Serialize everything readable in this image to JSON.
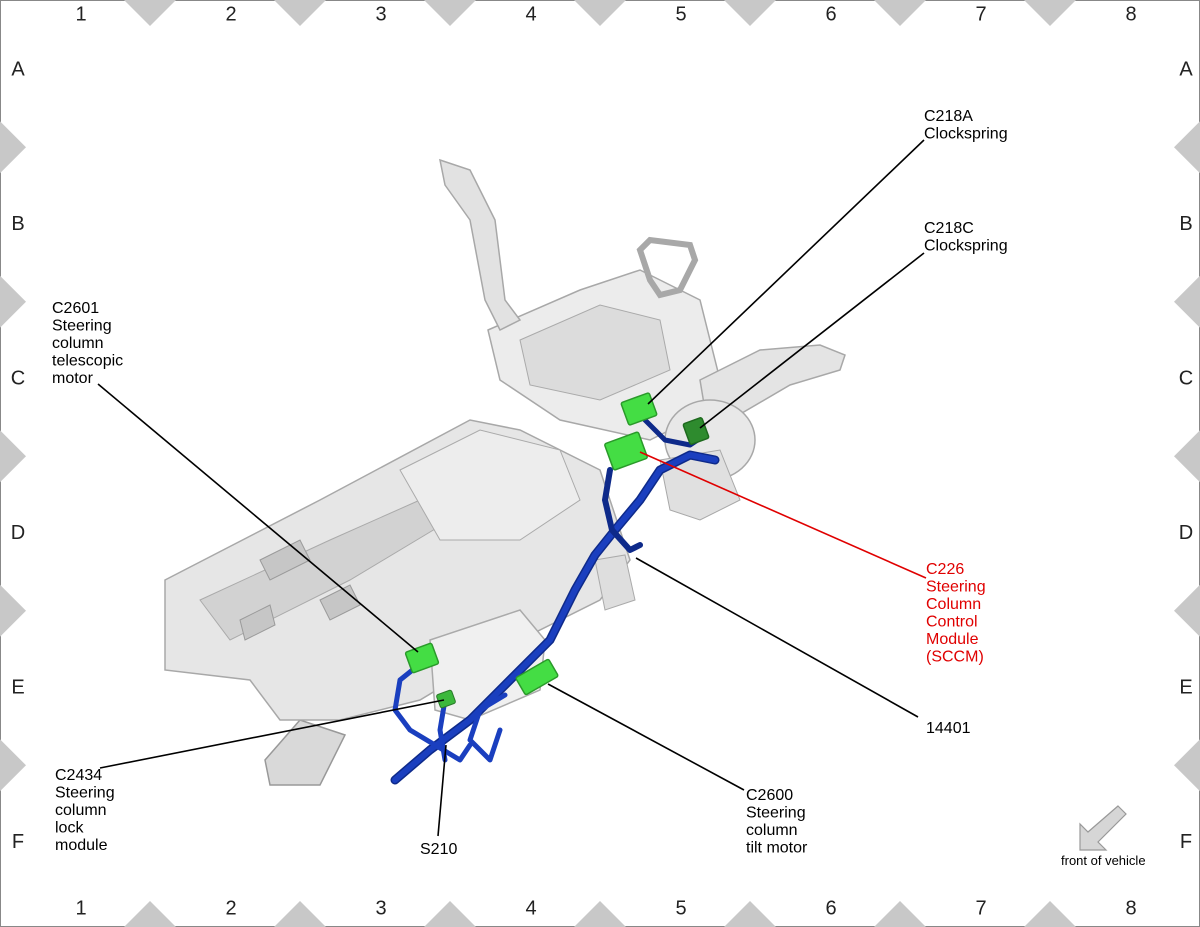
{
  "grid": {
    "columns": [
      "1",
      "2",
      "3",
      "4",
      "5",
      "6",
      "7",
      "8"
    ],
    "rows": [
      "A",
      "B",
      "C",
      "D",
      "E",
      "F"
    ]
  },
  "callouts": [
    {
      "id": "c218a",
      "lines": [
        "C218A",
        "Clockspring"
      ],
      "highlight": false
    },
    {
      "id": "c218c",
      "lines": [
        "C218C",
        "Clockspring"
      ],
      "highlight": false
    },
    {
      "id": "c2601",
      "lines": [
        "C2601",
        "Steering",
        "column",
        "telescopic",
        "motor"
      ],
      "highlight": false
    },
    {
      "id": "c226",
      "lines": [
        "C226",
        "Steering",
        "Column",
        "Control",
        "Module",
        "(SCCM)"
      ],
      "highlight": true
    },
    {
      "id": "w14401",
      "lines": [
        "14401"
      ],
      "highlight": false
    },
    {
      "id": "c2434",
      "lines": [
        "C2434",
        "Steering",
        "column",
        "lock",
        "module"
      ],
      "highlight": false
    },
    {
      "id": "s210",
      "lines": [
        "S210"
      ],
      "highlight": false
    },
    {
      "id": "c2600",
      "lines": [
        "C2600",
        "Steering",
        "column",
        "tilt motor"
      ],
      "highlight": false
    }
  ],
  "orientation": {
    "label": "front of vehicle",
    "icon": "arrow-down-left-icon"
  },
  "colors": {
    "harness": "#1a3fbf",
    "connector": "#44dd44",
    "connector_dark": "#2a9a2a",
    "highlight": "#e00000",
    "part_fill": "#e9e9e9",
    "part_stroke": "#a8a8a8"
  }
}
